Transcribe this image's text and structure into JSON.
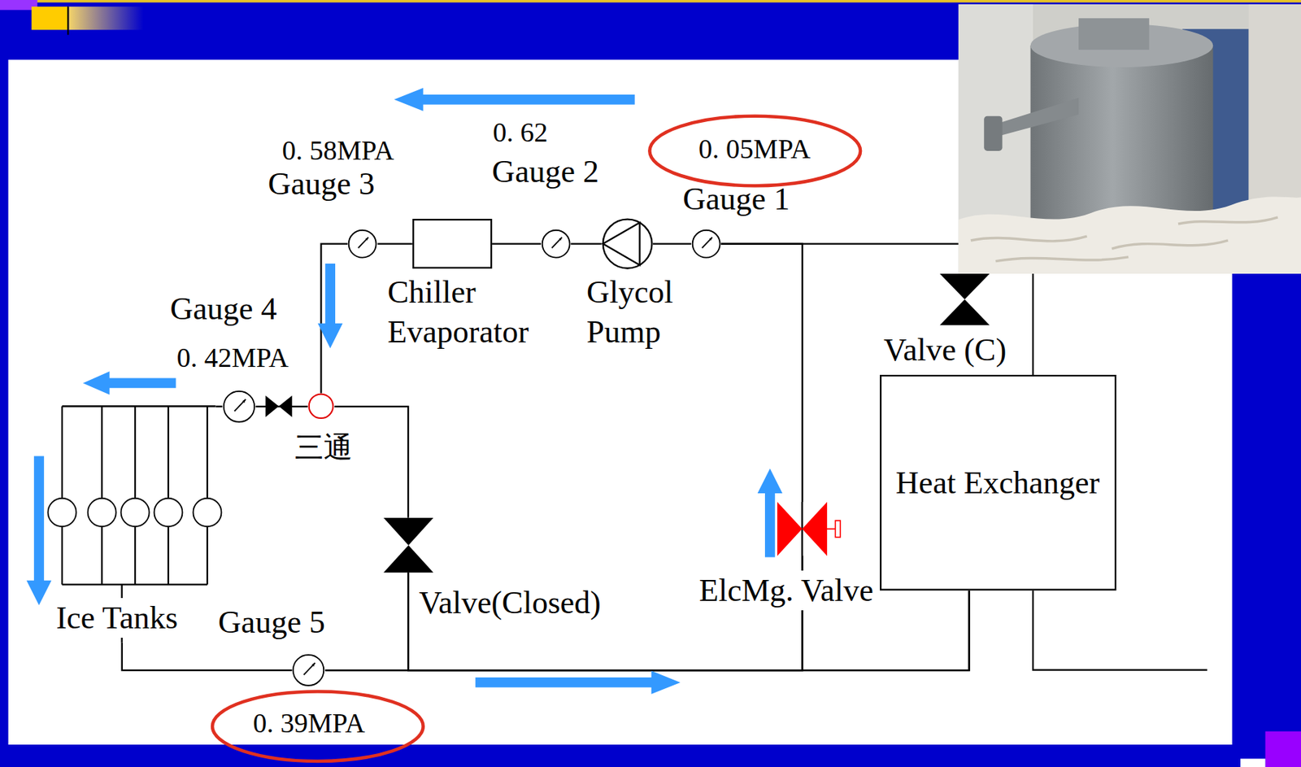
{
  "diagram": {
    "nodes": [
      {
        "text": [
          "0. 58MPA",
          "Gauge 3"
        ]
      },
      {
        "text": [
          "Chiller Evaporator"
        ]
      },
      {
        "text": [
          "0. 62",
          "Gauge 2"
        ]
      },
      {
        "text": [
          "Glycol Pump"
        ]
      },
      {
        "text": [
          "0. 05MPA",
          "Gauge 1"
        ]
      },
      {
        "text": [
          "Valve (C)"
        ]
      },
      {
        "text": [
          "Gauge 4",
          "0. 42MPA"
        ]
      },
      {
        "text": [
          "三通"
        ]
      },
      {
        "text": [
          "Heat Exchanger"
        ]
      },
      {
        "text": [
          "ElcMg. Valve"
        ]
      },
      {
        "text": [
          "Valve(Closed)"
        ]
      },
      {
        "text": [
          "Ice Tanks"
        ]
      },
      {
        "text": [
          "Gauge 5",
          "0. 39MPA"
        ]
      }
    ],
    "edges": [
      {
        "from": 4,
        "to": 3,
        "arrow": "none"
      },
      {
        "from": 3,
        "to": 2,
        "arrow": "none"
      },
      {
        "from": 2,
        "to": 1,
        "arrow": "none"
      },
      {
        "from": 1,
        "to": 0,
        "arrow": "none"
      },
      {
        "from": 0,
        "to": 7,
        "arrow": "none"
      },
      {
        "from": 7,
        "to": 6,
        "arrow": "none"
      },
      {
        "from": 6,
        "to": 11,
        "arrow": "none"
      },
      {
        "from": 7,
        "to": 10,
        "arrow": "none"
      },
      {
        "from": 11,
        "to": 12,
        "arrow": "none"
      },
      {
        "from": 12,
        "to": 8,
        "arrow": "none"
      },
      {
        "from": 10,
        "to": 8,
        "arrow": "none"
      },
      {
        "from": 12,
        "to": 9,
        "arrow": "none"
      },
      {
        "from": 10,
        "to": 9,
        "arrow": "none"
      },
      {
        "from": 9,
        "to": 4,
        "arrow": "none"
      },
      {
        "from": 8,
        "to": 4,
        "arrow": "none"
      }
    ]
  }
}
